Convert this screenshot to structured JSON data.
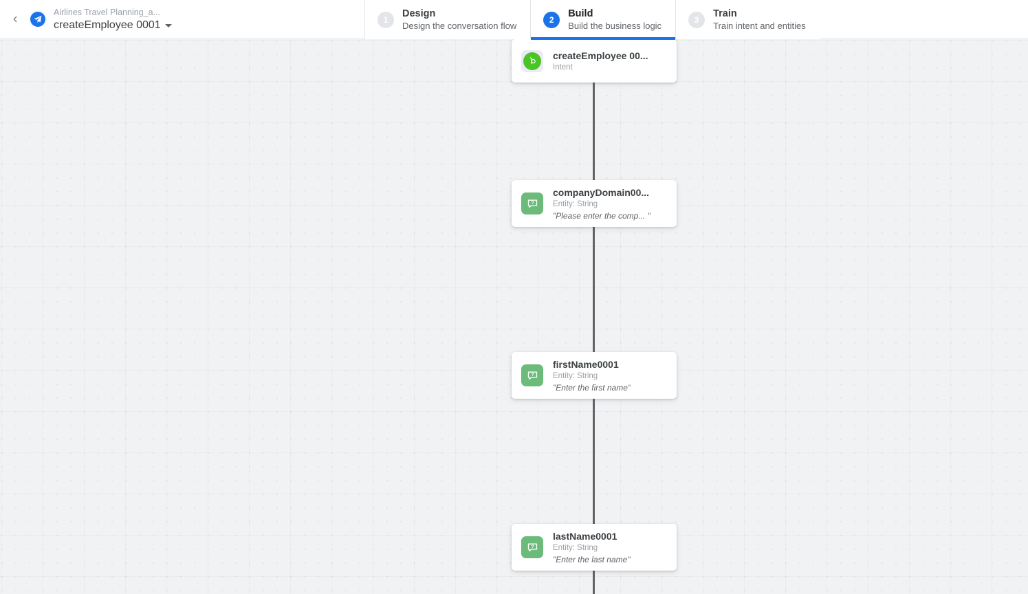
{
  "header": {
    "back_icon": "chevron-left-icon",
    "logo_icon": "paper-plane-logo-icon",
    "project_name": "Airlines Travel Planning_a...",
    "flow_name": "createEmployee 0001",
    "flow_caret_icon": "caret-down-icon",
    "steps": [
      {
        "number": "1",
        "title": "Design",
        "subtitle": "Design the conversation flow",
        "active": false
      },
      {
        "number": "2",
        "title": "Build",
        "subtitle": "Build the business logic",
        "active": true
      },
      {
        "number": "3",
        "title": "Train",
        "subtitle": "Train intent and entities",
        "active": false
      }
    ]
  },
  "canvas": {
    "background_color": "#f1f2f4",
    "grid": "dotted",
    "connector_color": "#5f6368",
    "nodes": [
      {
        "title": "createEmployee 00...",
        "subtitle": "Intent",
        "prompt": "",
        "icon": "intent-bot-icon",
        "icon_color": "#4cc425",
        "type": "intent"
      },
      {
        "title": "companyDomain00...",
        "subtitle": "Entity: String",
        "prompt": "\"Please enter the comp...  \"",
        "icon": "entity-question-bubble-icon",
        "icon_color": "#6cbb7b",
        "type": "entity"
      },
      {
        "title": "firstName0001",
        "subtitle": "Entity: String",
        "prompt": "\"Enter the first name\"",
        "icon": "entity-question-bubble-icon",
        "icon_color": "#6cbb7b",
        "type": "entity"
      },
      {
        "title": "lastName0001",
        "subtitle": "Entity: String",
        "prompt": "\"Enter the last name\"",
        "icon": "entity-question-bubble-icon",
        "icon_color": "#6cbb7b",
        "type": "entity"
      }
    ]
  },
  "colors": {
    "accent_blue": "#1a73e8",
    "entity_green": "#6cbb7b",
    "intent_green": "#4cc425",
    "text_primary": "#3c4043",
    "text_secondary": "#5f6368",
    "text_muted": "#9aa0a6"
  }
}
